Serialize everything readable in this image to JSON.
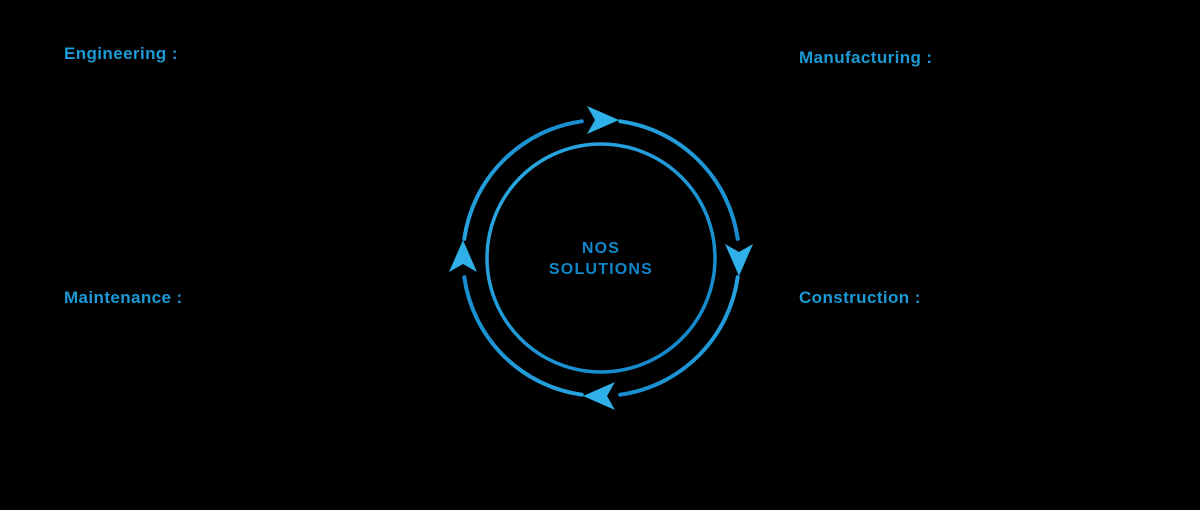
{
  "diagram": {
    "title_line1": "NOS",
    "title_line2": "SOLUTIONS",
    "quadrants": {
      "top_left": {
        "label": "Engineering :"
      },
      "top_right": {
        "label": "Manufacturing :"
      },
      "bottom_left": {
        "label": "Maintenance :"
      },
      "bottom_right": {
        "label": "Construction :"
      }
    },
    "colors": {
      "background": "#000000",
      "label_blue": "#1b9ad6",
      "center_text_blue": "#1187c9",
      "cycle_gradient_start": "#2fb0e8",
      "cycle_gradient_end": "#0e7ec4"
    },
    "icons": {
      "cycle": "circular-arrows-clockwise-icon"
    }
  }
}
